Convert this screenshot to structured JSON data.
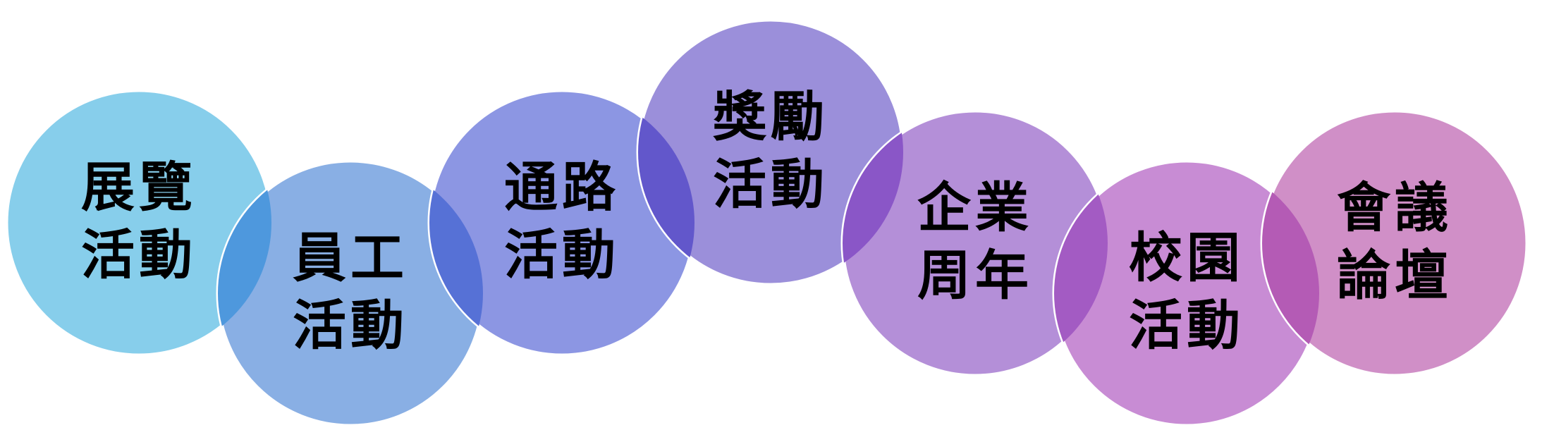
{
  "circles": [
    {
      "line1": "展覽",
      "line2": "活動",
      "color": "#87CEEB"
    },
    {
      "line1": "員工",
      "line2": "活動",
      "color": "#89AFE4"
    },
    {
      "line1": "通路",
      "line2": "活動",
      "color": "#8C96E3"
    },
    {
      "line1": "獎勵",
      "line2": "活動",
      "color": "#9B8FDA"
    },
    {
      "line1": "企業",
      "line2": "周年",
      "color": "#B48FD8"
    },
    {
      "line1": "校園",
      "line2": "活動",
      "color": "#C88CD4"
    },
    {
      "line1": "會議",
      "line2": "論壇",
      "color": "#D08FC7"
    }
  ],
  "overlap_colors": [
    "#4E98DD",
    "#5671D6",
    "#6257CB",
    "#8A56C7",
    "#A35BC3",
    "#B45BB5"
  ]
}
